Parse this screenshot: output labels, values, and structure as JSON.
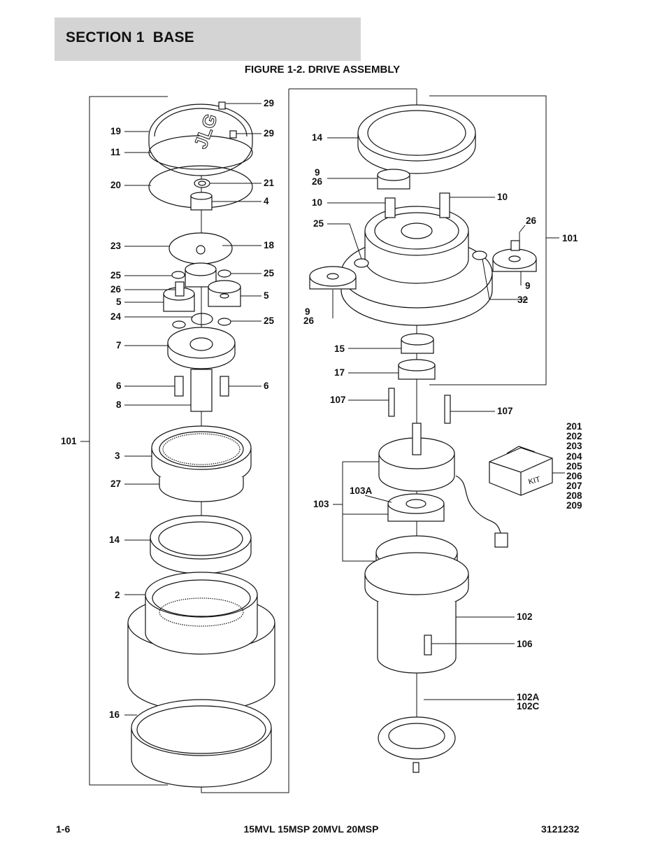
{
  "header": {
    "section_title": "SECTION 1  BASE"
  },
  "figure": {
    "title": "FIGURE 1-2. DRIVE ASSEMBLY"
  },
  "callouts_left": [
    "29",
    "19",
    "29",
    "11",
    "20",
    "21",
    "4",
    "23",
    "18",
    "25",
    "25",
    "26",
    "5",
    "5",
    "24",
    "25",
    "7",
    "6",
    "6",
    "8",
    "101",
    "3",
    "27",
    "14",
    "2",
    "16"
  ],
  "callouts_right": [
    "14",
    "9",
    "26",
    "10",
    "10",
    "25",
    "26",
    "101",
    "9",
    "9",
    "26",
    "32",
    "15",
    "17",
    "107",
    "107",
    "103A",
    "103",
    "102",
    "106",
    "102A",
    "102C"
  ],
  "kit_items": [
    "201",
    "202",
    "203",
    "204",
    "205",
    "206",
    "207",
    "208",
    "209"
  ],
  "kit_box_label": "KIT",
  "footer": {
    "page": "1-6",
    "models": "15MVL 15MSP 20MVL 20MSP",
    "doc_number": "3121232"
  }
}
